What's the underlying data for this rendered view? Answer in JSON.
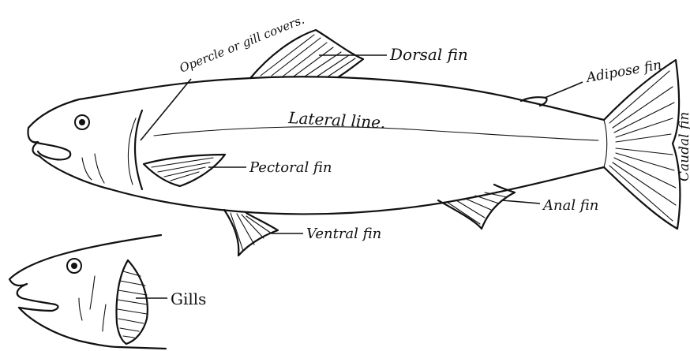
{
  "labels": {
    "opercle": "Opercle or gill covers.",
    "dorsal_fin": "Dorsal fin",
    "adipose_fin": "Adipose fin",
    "lateral_line": "Lateral line.",
    "pectoral_fin": "Pectoral fin",
    "caudal_fin": "Caudal fin",
    "anal_fin": "Anal fin",
    "ventral_fin": "Ventral fin",
    "gills": "Gills"
  }
}
